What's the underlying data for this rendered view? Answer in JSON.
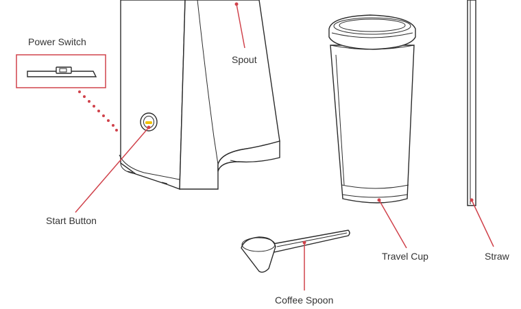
{
  "labels": {
    "power_switch": "Power Switch",
    "spout": "Spout",
    "start_button": "Start Button",
    "travel_cup": "Travel Cup",
    "straw": "Straw",
    "coffee_spoon": "Coffee Spoon"
  },
  "colors": {
    "leader": "#d0424b",
    "outline": "#2a2a2a",
    "button_glow": "#f2c200"
  }
}
